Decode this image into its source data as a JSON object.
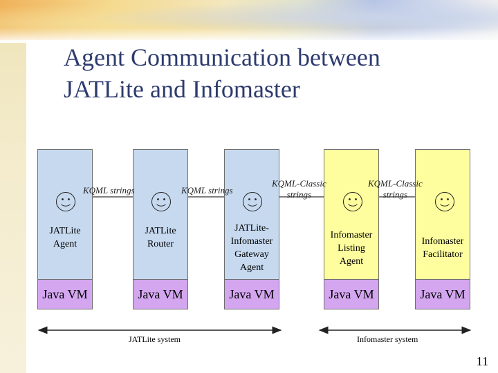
{
  "title": {
    "line1": "Agent Communication between",
    "line2": "JATLite and Infomaster"
  },
  "boxes": [
    {
      "name": "JATLite Agent",
      "label_lines": [
        "JATLite",
        "Agent"
      ],
      "vm": "Java VM",
      "color": "#c6d9ef"
    },
    {
      "name": "JATLite Router",
      "label_lines": [
        "JATLite",
        "Router"
      ],
      "vm": "Java VM",
      "color": "#c6d9ef"
    },
    {
      "name": "JATLite-Infomaster Gateway Agent",
      "label_lines": [
        "JATLite-",
        "Infomaster",
        "Gateway",
        "Agent"
      ],
      "vm": "Java VM",
      "color": "#c6d9ef"
    },
    {
      "name": "Infomaster Listing Agent",
      "label_lines": [
        "Infomaster",
        "Listing",
        "Agent"
      ],
      "vm": "Java VM",
      "color": "#fefe9e"
    },
    {
      "name": "Infomaster Facilitator",
      "label_lines": [
        "Infomaster",
        "Facilitator"
      ],
      "vm": "Java VM",
      "color": "#fefe9e"
    }
  ],
  "vm_color": "#d4a6f0",
  "channels": [
    {
      "lines": [
        "KQML strings"
      ]
    },
    {
      "lines": [
        "KQML strings"
      ]
    },
    {
      "lines": [
        "KQML-Classic",
        "strings"
      ]
    },
    {
      "lines": [
        "KQML-Classic",
        "strings"
      ]
    }
  ],
  "systems": {
    "jatlite": "JATLite system",
    "infomaster": "Infomaster system"
  },
  "page_number": "11",
  "icons": [
    "smiley-face-icon"
  ]
}
